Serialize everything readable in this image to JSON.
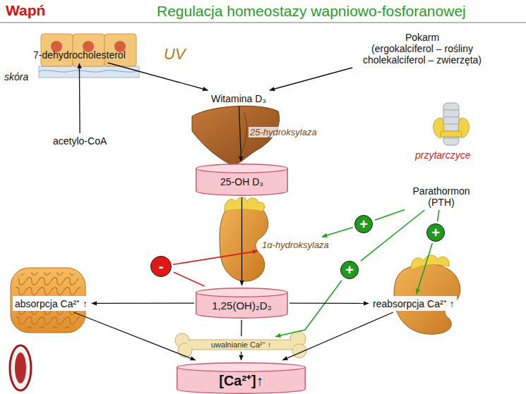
{
  "diagram": {
    "title": "Regulacja homeostazy wapniowo-fosforanowej",
    "nodes": [
      {
        "text": [
          "7-dehydrocholesterol"
        ]
      },
      {
        "text": [
          "Pokarm",
          "(ergokalciferol – rośliny cholekalciferol – zwierzęta)"
        ]
      },
      {
        "text": [
          "Witamina D₃"
        ]
      },
      {
        "text": [
          "acetylo-CoA"
        ]
      },
      {
        "text": [
          "25-OH D₃"
        ]
      },
      {
        "text": [
          "Parathormon (PTH)"
        ]
      },
      {
        "text": [
          "+"
        ]
      },
      {
        "text": [
          "1α-hydroksylaza"
        ]
      },
      {
        "text": [
          "+"
        ]
      },
      {
        "text": [
          "-"
        ]
      },
      {
        "text": [
          "+"
        ]
      },
      {
        "text": [
          "absorpcja Ca²⁺ ↑"
        ]
      },
      {
        "text": [
          "1,25(OH)₂D₃"
        ]
      },
      {
        "text": [
          "reabsorpcja Ca²⁺ ↑"
        ]
      },
      {
        "text": [
          "uwalnianie Ca²⁺ ↑"
        ]
      },
      {
        "text": [
          "[Ca²⁺]↑"
        ]
      }
    ],
    "edges": [
      {
        "from": 3,
        "to": 0,
        "arrow": "to"
      },
      {
        "from": 0,
        "to": 2,
        "arrow": "to",
        "label": "UV"
      },
      {
        "from": 1,
        "to": 2,
        "arrow": "to"
      },
      {
        "from": 2,
        "to": 4,
        "arrow": "to"
      },
      {
        "from": 4,
        "to": 12,
        "arrow": "to"
      },
      {
        "from": 12,
        "to": 9,
        "arrow": "none"
      },
      {
        "from": 9,
        "to": 7,
        "arrow": "to"
      },
      {
        "from": 5,
        "to": 6,
        "arrow": "none"
      },
      {
        "from": 6,
        "to": 7,
        "arrow": "to"
      },
      {
        "from": 5,
        "to": 8,
        "arrow": "none"
      },
      {
        "from": 8,
        "to": 13,
        "arrow": "to"
      },
      {
        "from": 5,
        "to": 10,
        "arrow": "none"
      },
      {
        "from": 10,
        "to": 14,
        "arrow": "to"
      },
      {
        "from": 12,
        "to": 11,
        "arrow": "to"
      },
      {
        "from": 12,
        "to": 13,
        "arrow": "to"
      },
      {
        "from": 12,
        "to": 14,
        "arrow": "none"
      },
      {
        "from": 14,
        "to": 15,
        "arrow": "to"
      },
      {
        "from": 11,
        "to": 15,
        "arrow": "to"
      },
      {
        "from": 13,
        "to": 15,
        "arrow": "to"
      }
    ],
    "labels": [
      "Wapń",
      "skóra",
      "25-hydroksylaza",
      "przytarczyce"
    ]
  }
}
